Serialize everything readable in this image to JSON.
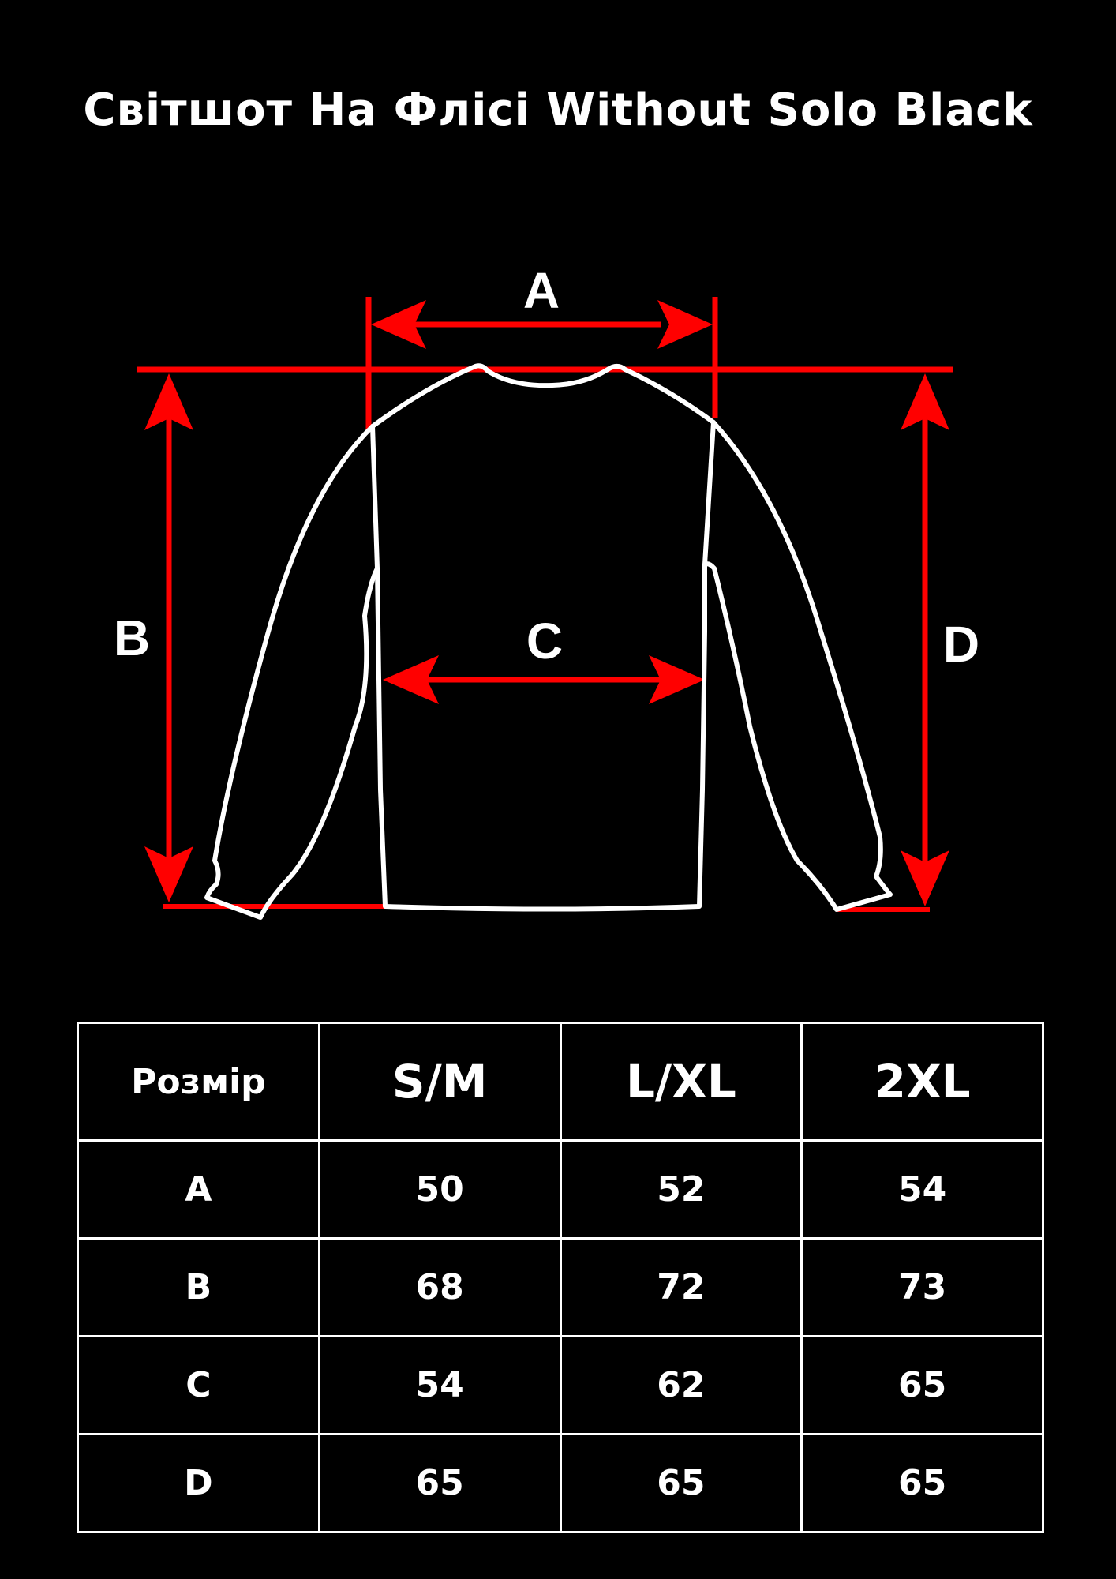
{
  "title": "Світшот На Флісі Without Solo Black",
  "colors": {
    "background": "#000000",
    "accent": "#ff0000",
    "outline": "#ffffff"
  },
  "diagram": {
    "labels": {
      "a": "A",
      "b": "B",
      "c": "C",
      "d": "D"
    }
  },
  "table": {
    "header": [
      "Розмір",
      "S/M",
      "L/XL",
      "2XL"
    ],
    "rows": [
      [
        "A",
        "50",
        "52",
        "54"
      ],
      [
        "B",
        "68",
        "72",
        "73"
      ],
      [
        "C",
        "54",
        "62",
        "65"
      ],
      [
        "D",
        "65",
        "65",
        "65"
      ]
    ]
  }
}
